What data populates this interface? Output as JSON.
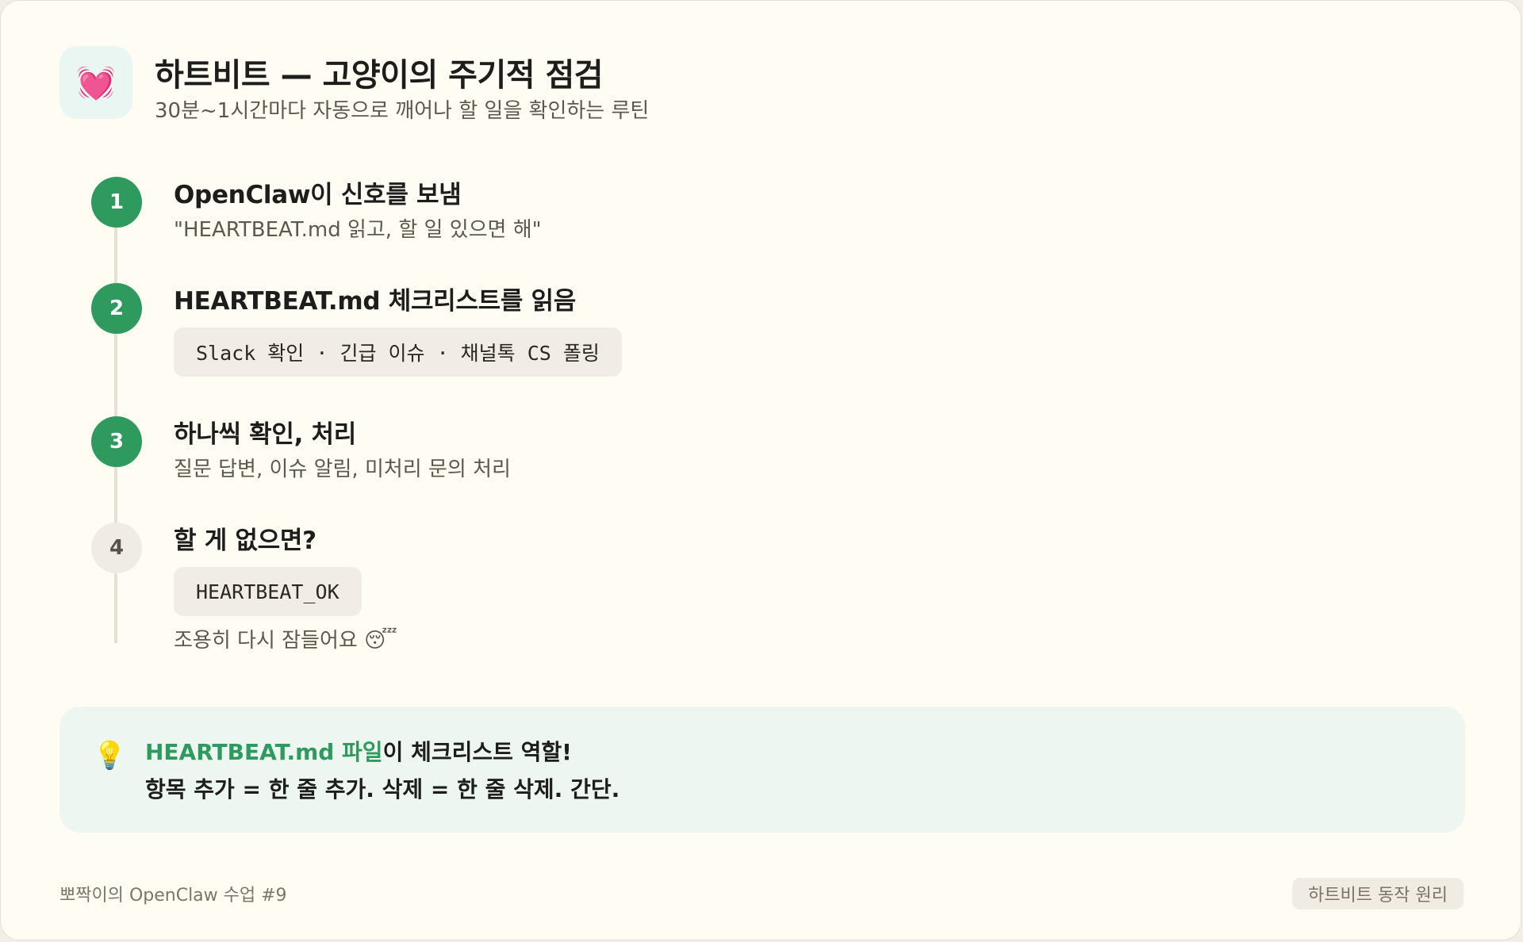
{
  "header": {
    "icon": "beating-heart-icon",
    "icon_glyph": "💓",
    "title": "하트비트 — 고양이의 주기적 점검",
    "subtitle": "30분~1시간마다 자동으로 깨어나 할 일을 확인하는 루틴"
  },
  "steps": [
    {
      "number": "1",
      "title": "OpenClaw이 신호를 보냄",
      "desc": "\"HEARTBEAT.md 읽고, 할 일 있으면 해\"",
      "status": "active"
    },
    {
      "number": "2",
      "title": "HEARTBEAT.md 체크리스트를 읽음",
      "code": "Slack 확인 · 긴급 이슈 · 채널톡 CS 폴링",
      "status": "active"
    },
    {
      "number": "3",
      "title": "하나씩 확인, 처리",
      "desc": "질문 답변, 이슈 알림, 미처리 문의 처리",
      "status": "active"
    },
    {
      "number": "4",
      "title": "할 게 없으면?",
      "code": "HEARTBEAT_OK",
      "desc": "조용히 다시 잠들어요 😴",
      "status": "idle"
    }
  ],
  "tip": {
    "icon": "light-bulb-icon",
    "icon_glyph": "💡",
    "accent": "HEARTBEAT.md 파일",
    "line1_rest": "이 체크리스트 역할!",
    "line2": "항목 추가 = 한 줄 추가. 삭제 = 한 줄 삭제. 간단."
  },
  "footer": {
    "left": "뽀짝이의 OpenClaw 수업 #9",
    "badge": "하트비트 동작 원리"
  },
  "colors": {
    "accent": "#2e9a5e",
    "background": "#fffcf4",
    "tip_background": "#edf6f0"
  }
}
